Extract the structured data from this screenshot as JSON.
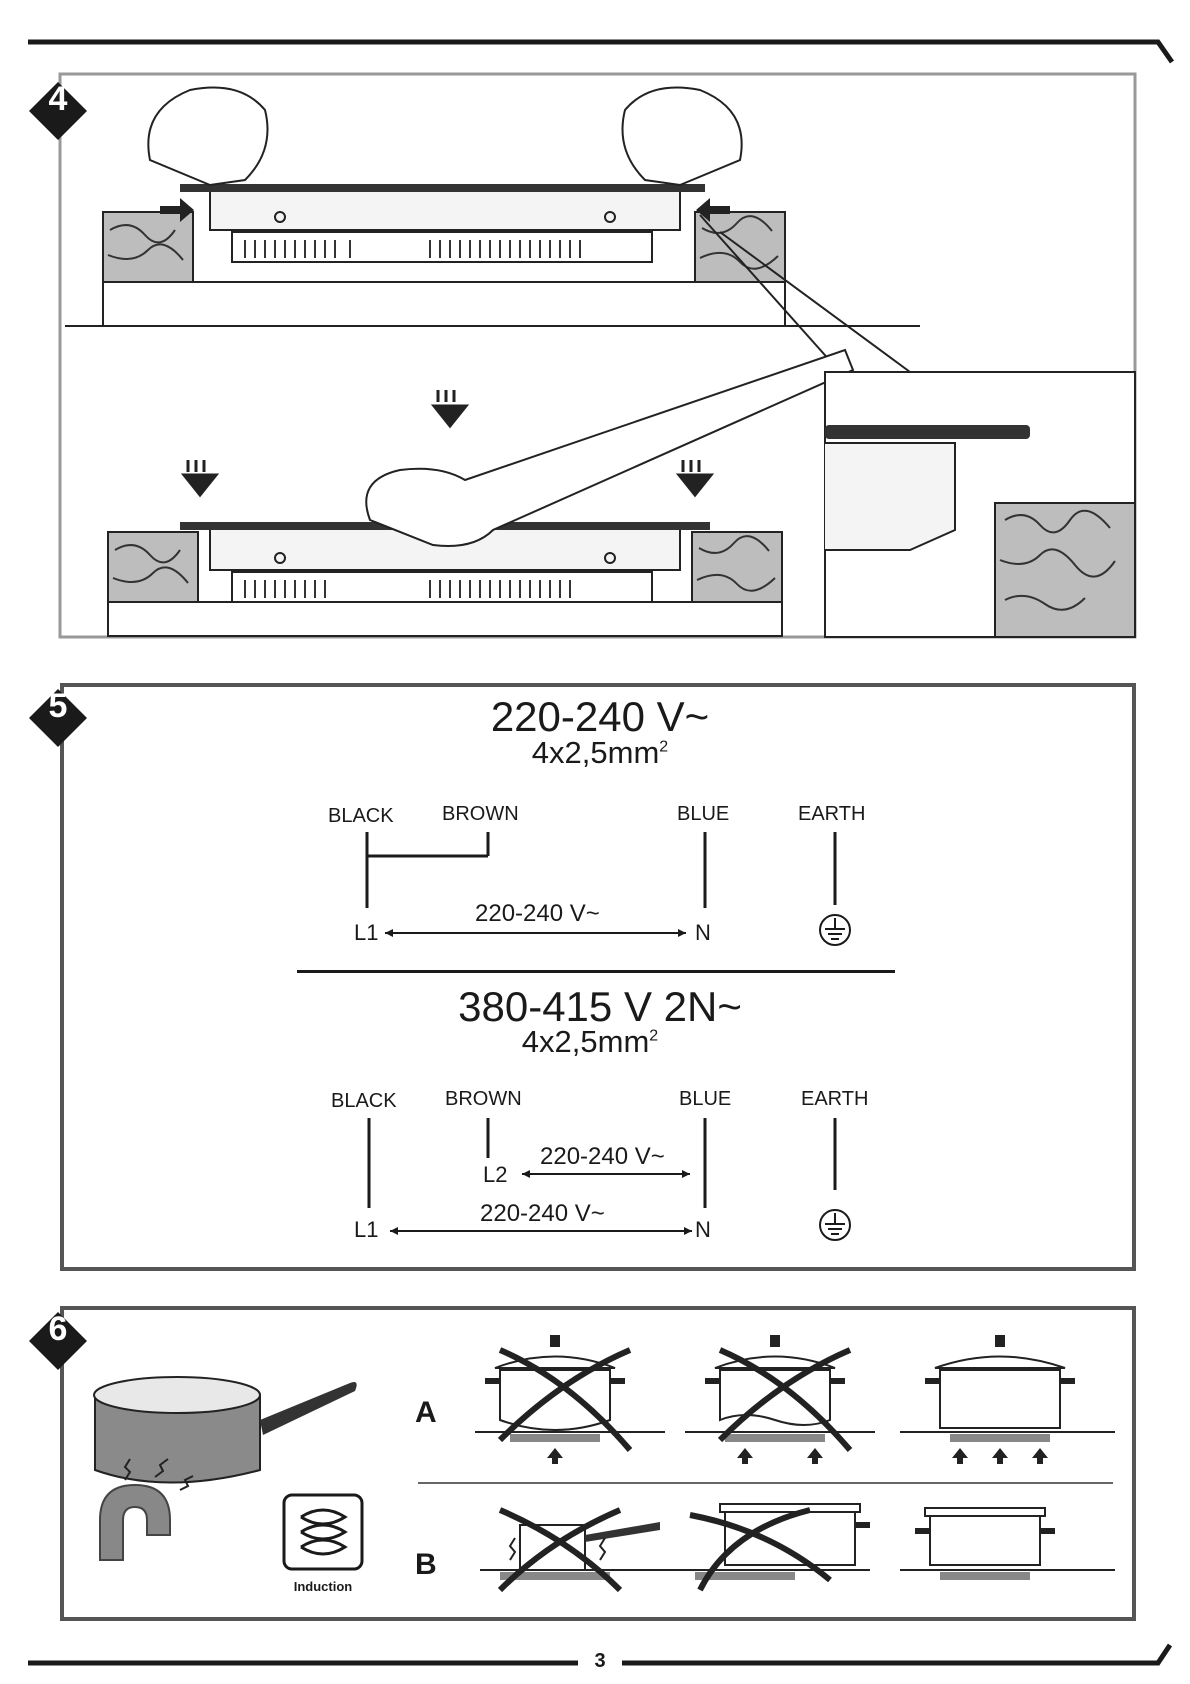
{
  "steps": {
    "four": {
      "number": "4"
    },
    "five": {
      "number": "5",
      "single": {
        "voltage": "220-240 V~",
        "cable": "4x2,5mm",
        "cable_sup": "2",
        "wires": {
          "black": "BLACK",
          "brown": "BROWN",
          "blue": "BLUE",
          "earth": "EARTH"
        },
        "terminals": {
          "l1": "L1",
          "n": "N"
        },
        "span_voltage": "220-240 V~"
      },
      "three": {
        "voltage": "380-415 V 2N~",
        "cable": "4x2,5mm",
        "cable_sup": "2",
        "wires": {
          "black": "BLACK",
          "brown": "BROWN",
          "blue": "BLUE",
          "earth": "EARTH"
        },
        "terminals": {
          "l1": "L1",
          "l2": "L2",
          "n": "N"
        },
        "span_voltage_l2": "220-240 V~",
        "span_voltage_l1": "220-240 V~"
      }
    },
    "six": {
      "number": "6",
      "row_a": "A",
      "row_b": "B",
      "induction_label": "Induction"
    }
  },
  "page_number": "3",
  "icons": [
    "step-badge-icon",
    "hand-icon",
    "arrow-icon",
    "earth-ground-icon",
    "magnet-icon",
    "induction-coil-icon",
    "pot-icon",
    "cross-icon"
  ]
}
